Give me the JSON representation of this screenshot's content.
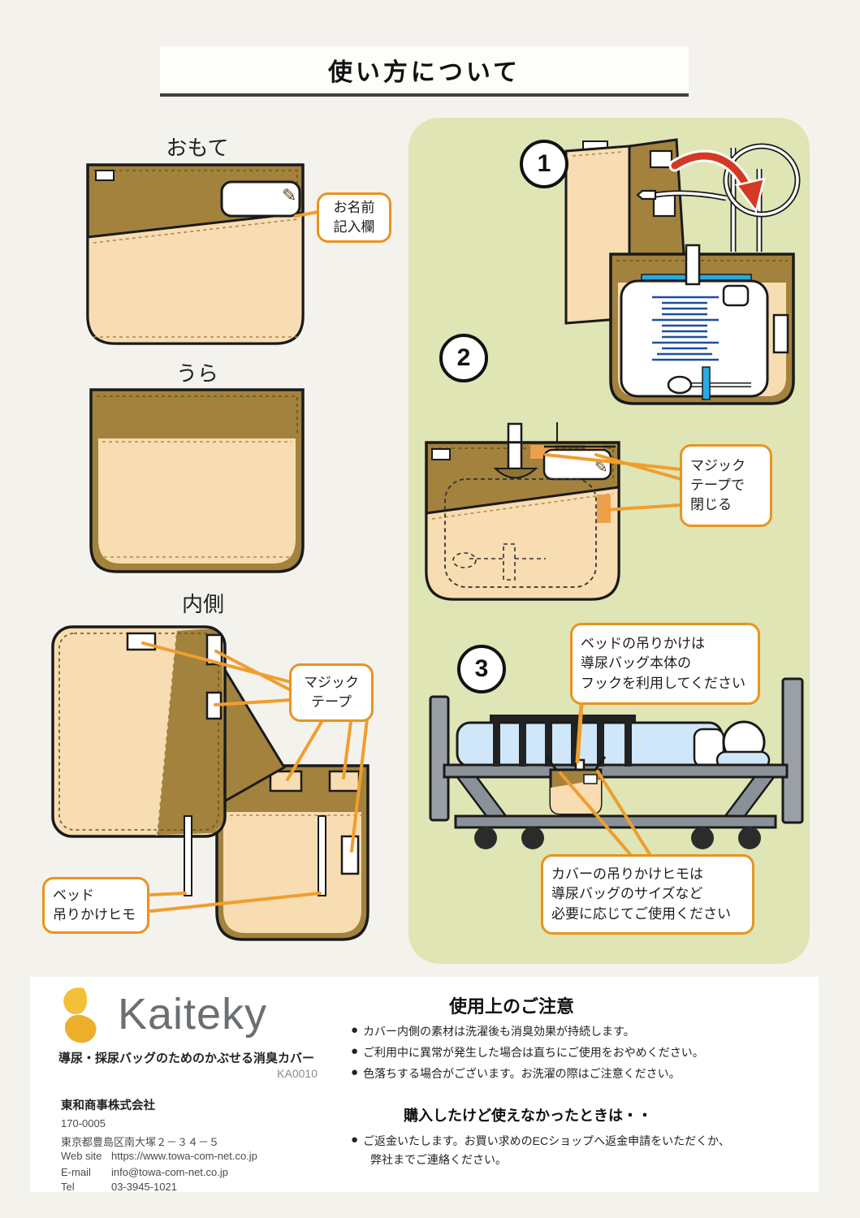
{
  "page": {
    "title": "使い方について"
  },
  "labels": {
    "front": "おもて",
    "back": "うら",
    "inside": "内側"
  },
  "steps": {
    "one": "1",
    "two": "2",
    "three": "3"
  },
  "callouts": {
    "name_field": [
      "お名前",
      "記入欄"
    ],
    "velcro": [
      "マジック",
      "テープ"
    ],
    "bed_strap": [
      "ベッド",
      "吊りかけヒモ"
    ],
    "velcro_close": [
      "マジック",
      "テープで",
      "閉じる"
    ],
    "bed_hook": [
      "ベッドの吊りかけは",
      "導尿バッグ本体の",
      "フックを利用してください"
    ],
    "cover_strap": [
      "カバーの吊りかけヒモは",
      "導尿バッグのサイズなど",
      "必要に応じてご使用ください"
    ]
  },
  "icons": {
    "pencil": "✎",
    "bullet": "●"
  },
  "colors": {
    "page_bg": "#f4f2ec",
    "panel_green": "#dfe5b4",
    "brown": "#a2823d",
    "cream": "#f8dcb2",
    "accent_orange": "#e8941f",
    "arrow_red": "#d43a23",
    "tube_blue": "#29abe2",
    "scale_blue": "#1d4e9e",
    "mattress_blue": "#cfe7f8"
  },
  "footer": {
    "brand": "Kaiteky",
    "product": "導尿・採尿バッグのためのかぶせる消臭カバー",
    "code": "KA0010",
    "company": "東和商事株式会社",
    "postal": "170-0005",
    "address": "東京都豊島区南大塚２－３４－５",
    "contacts": [
      {
        "label": "Web site",
        "value": "https://www.towa-com-net.co.jp"
      },
      {
        "label": "E-mail",
        "value": "info@towa-com-net.co.jp"
      },
      {
        "label": "Tel",
        "value": "03-3945-1021"
      }
    ],
    "notice_title": "使用上のご注意",
    "notices": [
      "カバー内側の素材は洗濯後も消臭効果が持続します。",
      "ご利用中に異常が発生した場合は直ちにご使用をおやめください。",
      "色落ちする場合がございます。お洗濯の際はご注意ください。"
    ],
    "refund_title": "購入したけど使えなかったときは・・",
    "refund_lines": [
      "ご返金いたします。お買い求めのECショップへ返金申請をいただくか、",
      "弊社までご連絡ください。"
    ]
  }
}
